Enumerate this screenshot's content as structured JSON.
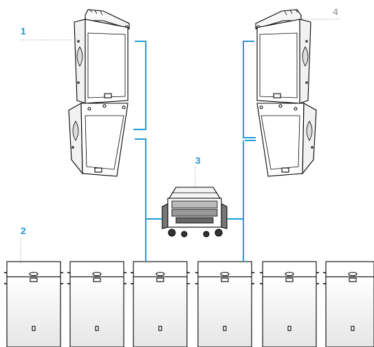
{
  "diagram": {
    "callouts": [
      {
        "id": "line-array-left",
        "label": "1",
        "color": "#1f9ad6"
      },
      {
        "id": "subwoofers",
        "label": "2",
        "color": "#1f9ad6"
      },
      {
        "id": "amplifier-rack",
        "label": "3",
        "color": "#1f9ad6"
      },
      {
        "id": "rigging-frame",
        "label": "4",
        "color": "#a9a9a9"
      }
    ],
    "colors": {
      "cable": "#1f9ad6",
      "outline": "#000000",
      "leader": "#a9a9a9",
      "cabinet_fill": "#ffffff",
      "cabinet_shade": "#ececec"
    },
    "subwoofer_count": 6
  }
}
